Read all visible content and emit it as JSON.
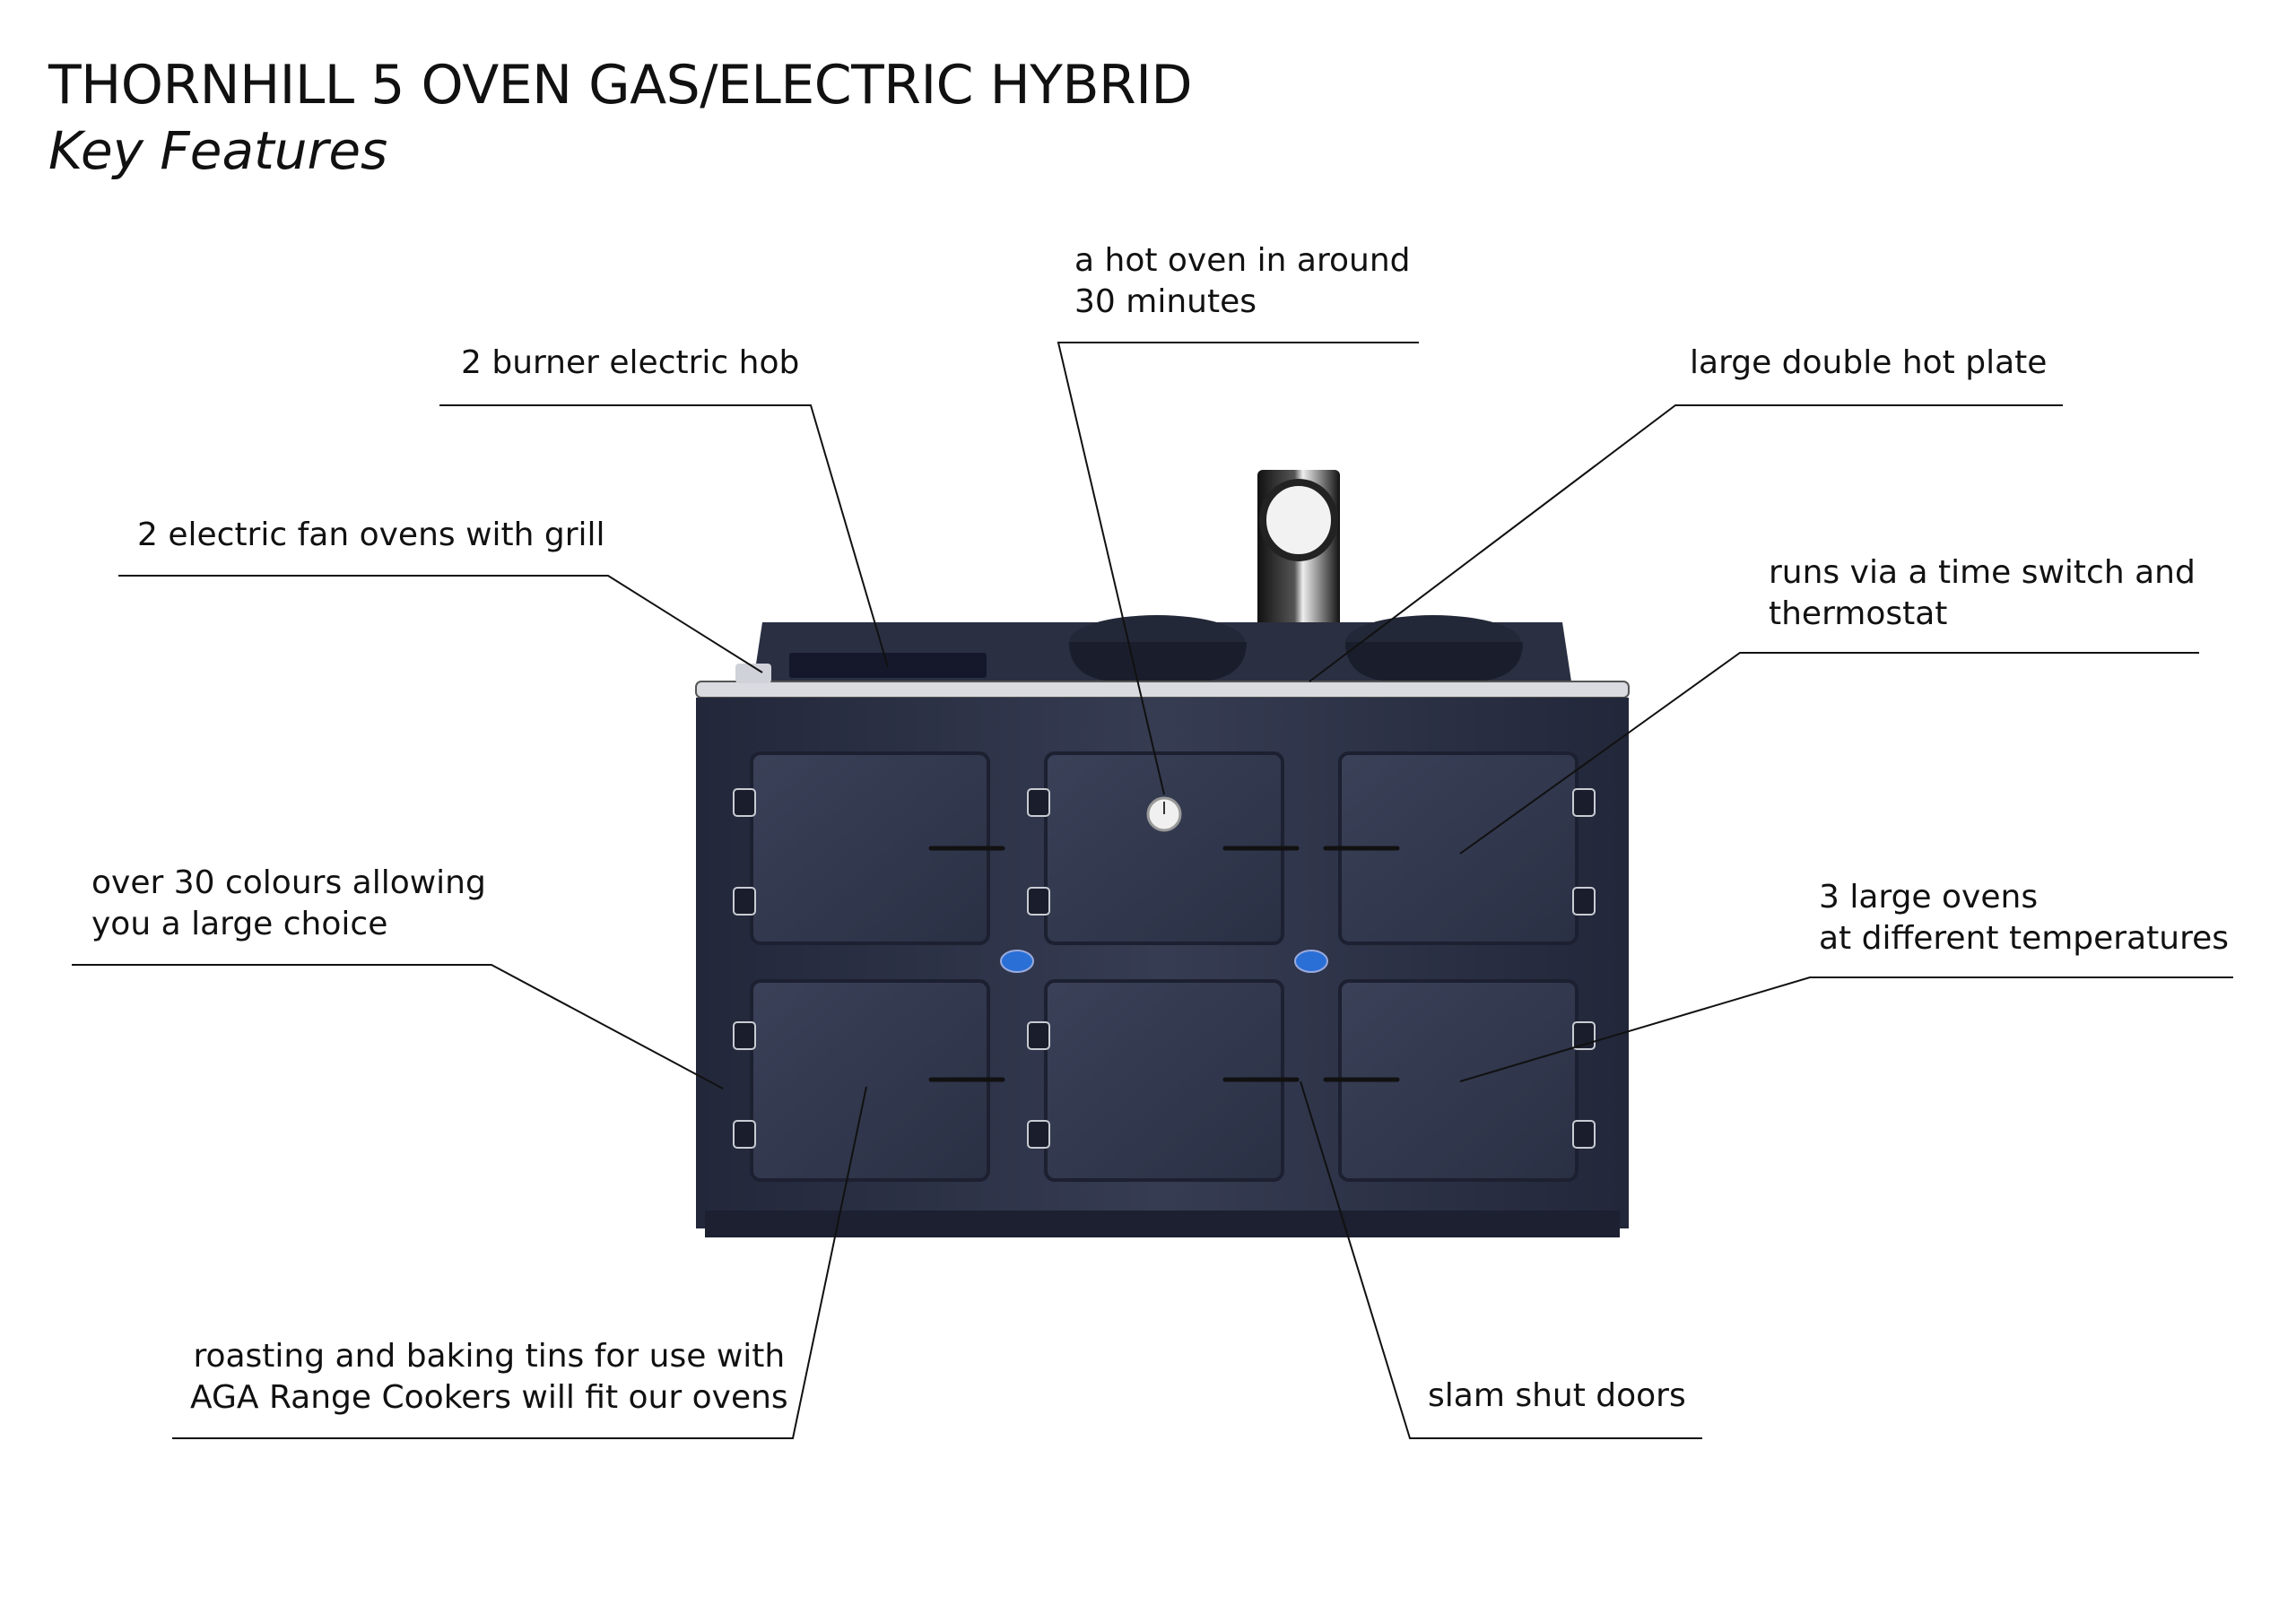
{
  "heading": {
    "title": "THORNHILL 5 OVEN GAS/ELECTRIC HYBRID",
    "subtitle": "Key Features"
  },
  "callouts": {
    "hot_oven": [
      "a hot oven in around",
      "30 minutes"
    ],
    "hob": [
      "2 burner electric hob"
    ],
    "hot_plate": [
      "large double hot plate"
    ],
    "fan_ovens": [
      "2 electric fan ovens with grill"
    ],
    "time_switch": [
      "runs via a time switch and",
      "thermostat"
    ],
    "colours": [
      "over 30 colours allowing",
      "you a large choice"
    ],
    "large_ovens": [
      "3 large ovens",
      "at different temperatures"
    ],
    "tins": [
      "roasting and baking tins for use with",
      "AGA Range Cookers will fit our ovens"
    ],
    "slam_doors": [
      "slam shut doors"
    ]
  },
  "colors": {
    "cooker_body": "#2f3446",
    "cooker_dark": "#1c2030",
    "leader_line": "#111111",
    "chrome": "#d9dbe0",
    "indicator": "#2a6fd6"
  }
}
